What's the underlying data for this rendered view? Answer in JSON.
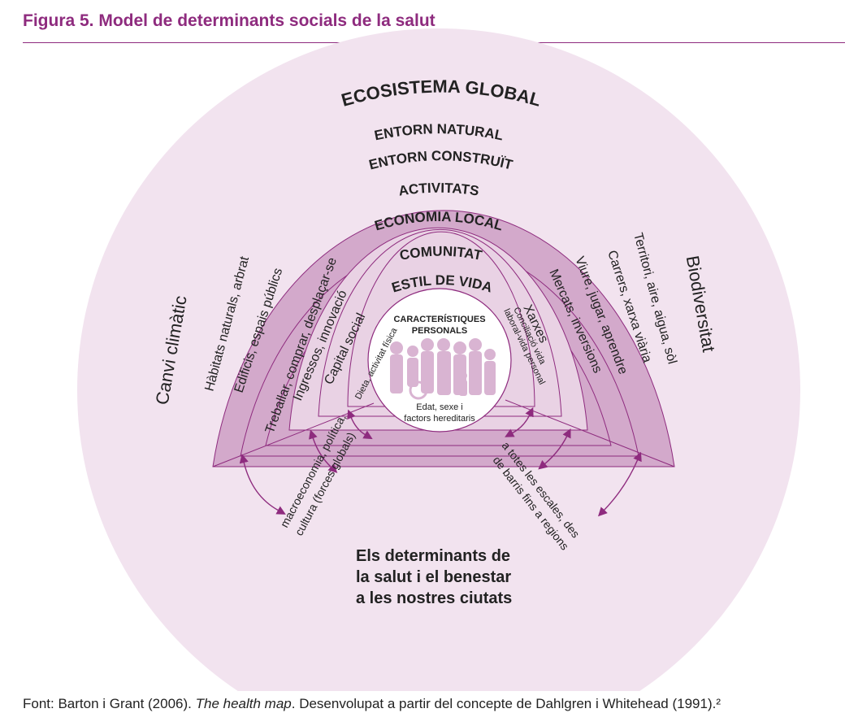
{
  "figure_title": "Figura 5. Model de determinants socials de la salut",
  "colors": {
    "accent": "#8e2b7e",
    "outer_circle": "#f2e3ef",
    "band_dark": "#d3a9cb",
    "band_light": "#e9d2e4",
    "band_lines": "#8e2b7e"
  },
  "rings": {
    "ecosistema": "ECOSISTEMA GLOBAL",
    "entorn_natural": "ENTORN NATURAL",
    "entorn_construit": "ENTORN CONSTRUÏT",
    "activitats": "ACTIVITATS",
    "economia": "ECONOMIA LOCAL",
    "comunitat": "COMUNITAT",
    "estil": "ESTIL DE VIDA"
  },
  "side_labels": {
    "left": "Canvi climàtic",
    "right": "Biodiversitat"
  },
  "left_radial": [
    "Hàbitats naturals, arbrat",
    "Edificis, espais públics",
    "Treballar, comprar, desplaçar-se",
    "Ingressos, innovació",
    "Capital social",
    "Dieta, activitat física"
  ],
  "right_radial": [
    "Territori, aire, aigua, sòl",
    "Carrers, xarxa viària",
    "Viure, jugar, aprendre",
    "Mercats, inversions",
    "Xarxes"
  ],
  "right_inner_lines": [
    "Conciliació vida",
    "laboral-vida personal"
  ],
  "center": {
    "title_lines": [
      "CARACTERÍSTIQUES",
      "PERSONALS"
    ],
    "bottom_lines": [
      "Edat, sexe i",
      "factors hereditaris"
    ]
  },
  "scale_left_lines": [
    "macroeconomia, política,",
    "cultura (forces globals)"
  ],
  "scale_right_lines": [
    "a totes les escales, des",
    "de barris fins a regions"
  ],
  "main_caption": [
    "Els determinants de",
    "la salut i el benestar",
    "a les nostres ciutats"
  ],
  "source": {
    "prefix": "Font: Barton i Grant (2006). ",
    "italic": "The health map",
    "suffix": ". Desenvolupat a partir del concepte de Dahlgren i Whitehead (1991).²"
  }
}
